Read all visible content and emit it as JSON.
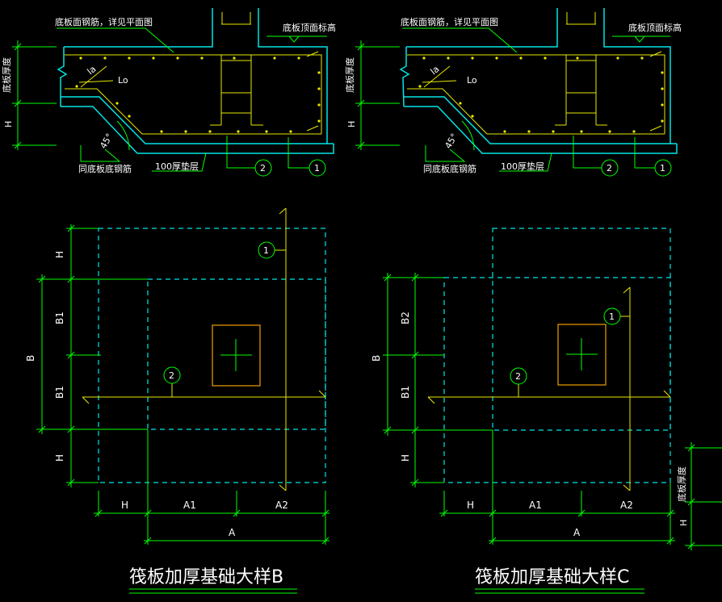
{
  "labels": {
    "top_rebar_note": "底板面钢筋，详见平面图",
    "top_elev": "底板顶面标高",
    "slab_thickness": "底板厚度",
    "h": "H",
    "lo": "Lo",
    "la": "la",
    "angle": "45°",
    "bottom_rebar_note": "同底板底钢筋",
    "cushion": "100厚垫层",
    "c1": "1",
    "c2": "2",
    "b": "B",
    "b1": "B1",
    "b2": "B2",
    "a": "A",
    "a1": "A1",
    "a2": "A2"
  },
  "titles": {
    "left": "筏板加厚基础大样B",
    "right": "筏板加厚基础大样C"
  }
}
